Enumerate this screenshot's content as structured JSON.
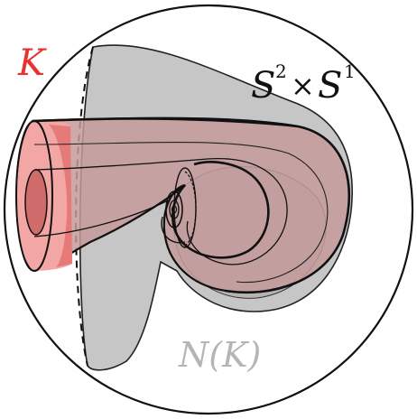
{
  "labels": {
    "knot": "K",
    "manifold_S1": "S",
    "manifold_exp1": "2",
    "manifold_times": "×",
    "manifold_S2": "S",
    "manifold_exp2": "1",
    "neighborhood": "N(K)"
  },
  "colors": {
    "knot_red": "#e8322c",
    "tube_red_fill": "#e07070",
    "tube_red_light": "#f6b6b4",
    "gray_fill": "#c9c9c9",
    "gray_dark": "#aaaaaa",
    "gray_label": "#b5b5b5",
    "mauve_fill": "#b89393",
    "outline": "#111111"
  }
}
